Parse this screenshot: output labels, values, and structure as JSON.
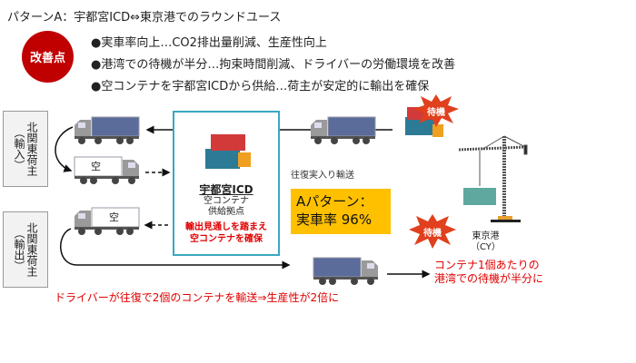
{
  "title": "パターンA：宇都宮ICD⇔東京港でのラウンドユース",
  "badge": "改善点",
  "bullets": [
    "●実車率向上…CO2排出量削減、生産性向上",
    "●港湾での待機が半分…拘束時間削減、ドライバーの労働環境を改善",
    "●空コンテナを宇都宮ICDから供給…荷主が安定的に輸出を確保"
  ],
  "shippers": [
    {
      "name": "北関東荷主",
      "type": "（輸入）"
    },
    {
      "name": "北関東荷主",
      "type": "（輸出）"
    }
  ],
  "empty_label": "空",
  "icd": {
    "name": "宇都宮ICD",
    "sub1": "空コンテナ",
    "sub2": "供給拠点",
    "note1": "輸出見通しを踏まえ",
    "note2": "空コンテナを確保"
  },
  "round_trip": "往復実入り輸送",
  "pattern": {
    "line1": "Aパターン：",
    "line2": "実車率 96%"
  },
  "waiting": "待機",
  "port": {
    "name": "東京港",
    "sub": "（CY）"
  },
  "port_note": {
    "line1": "コンテナ1個あたりの",
    "line2": "港湾での待機が半分に"
  },
  "driver_note": "ドライバーが往復で2個のコンテナを輸送⇒生産性が2倍に",
  "colors": {
    "red": "#c00000",
    "accent_red": "#e00000",
    "teal": "#3aa8c1",
    "yellow": "#ffc000",
    "cargo": "#5b6b9a",
    "cab": "#9a9a9a"
  }
}
